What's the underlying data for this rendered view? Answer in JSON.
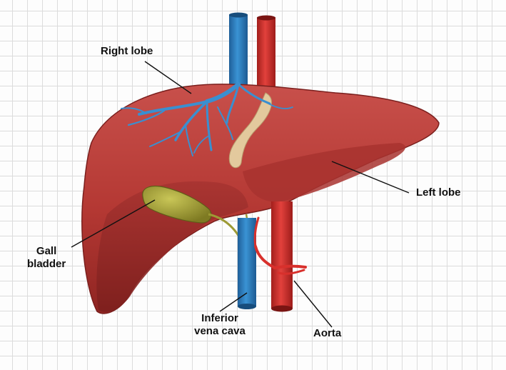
{
  "labels": {
    "right_lobe": "Right lobe",
    "left_lobe": "Left lobe",
    "gall_bladder_line1": "Gall",
    "gall_bladder_line2": "bladder",
    "inferior_vena_cava_line1": "Inferior",
    "inferior_vena_cava_line2": "vena cava",
    "aorta": "Aorta"
  },
  "colors": {
    "liver": "#b83a36",
    "liver_dark": "#8e2624",
    "vena_cava": "#2f7fbf",
    "aorta": "#d8302c",
    "gallbladder": "#a8a43a",
    "ligament": "#e2c69a",
    "grid": "#dcdcdc",
    "label_text": "#111111"
  }
}
